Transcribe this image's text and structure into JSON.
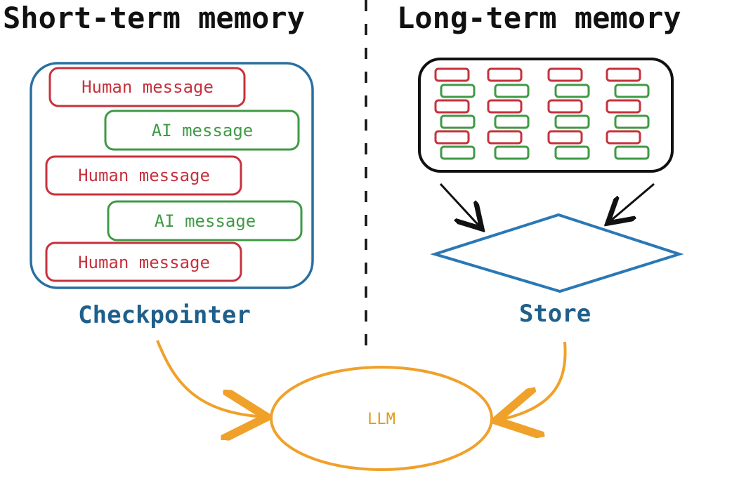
{
  "titles": {
    "left": "Short-term memory",
    "right": "Long-term memory"
  },
  "short_term": {
    "messages": [
      {
        "role": "human",
        "label": "Human message"
      },
      {
        "role": "ai",
        "label": "AI message"
      },
      {
        "role": "human",
        "label": "Human message"
      },
      {
        "role": "ai",
        "label": "AI message"
      },
      {
        "role": "human",
        "label": "Human message"
      }
    ],
    "caption": "Checkpointer"
  },
  "long_term": {
    "caption": "Store"
  },
  "llm": {
    "label": "LLM"
  },
  "colors": {
    "human": "#c6323d",
    "ai": "#3f9a45",
    "container": "#2a6fa0",
    "store": "#2a78b5",
    "caption": "#1f5f8b",
    "llm": "#f0a12a",
    "ink": "#111111"
  }
}
